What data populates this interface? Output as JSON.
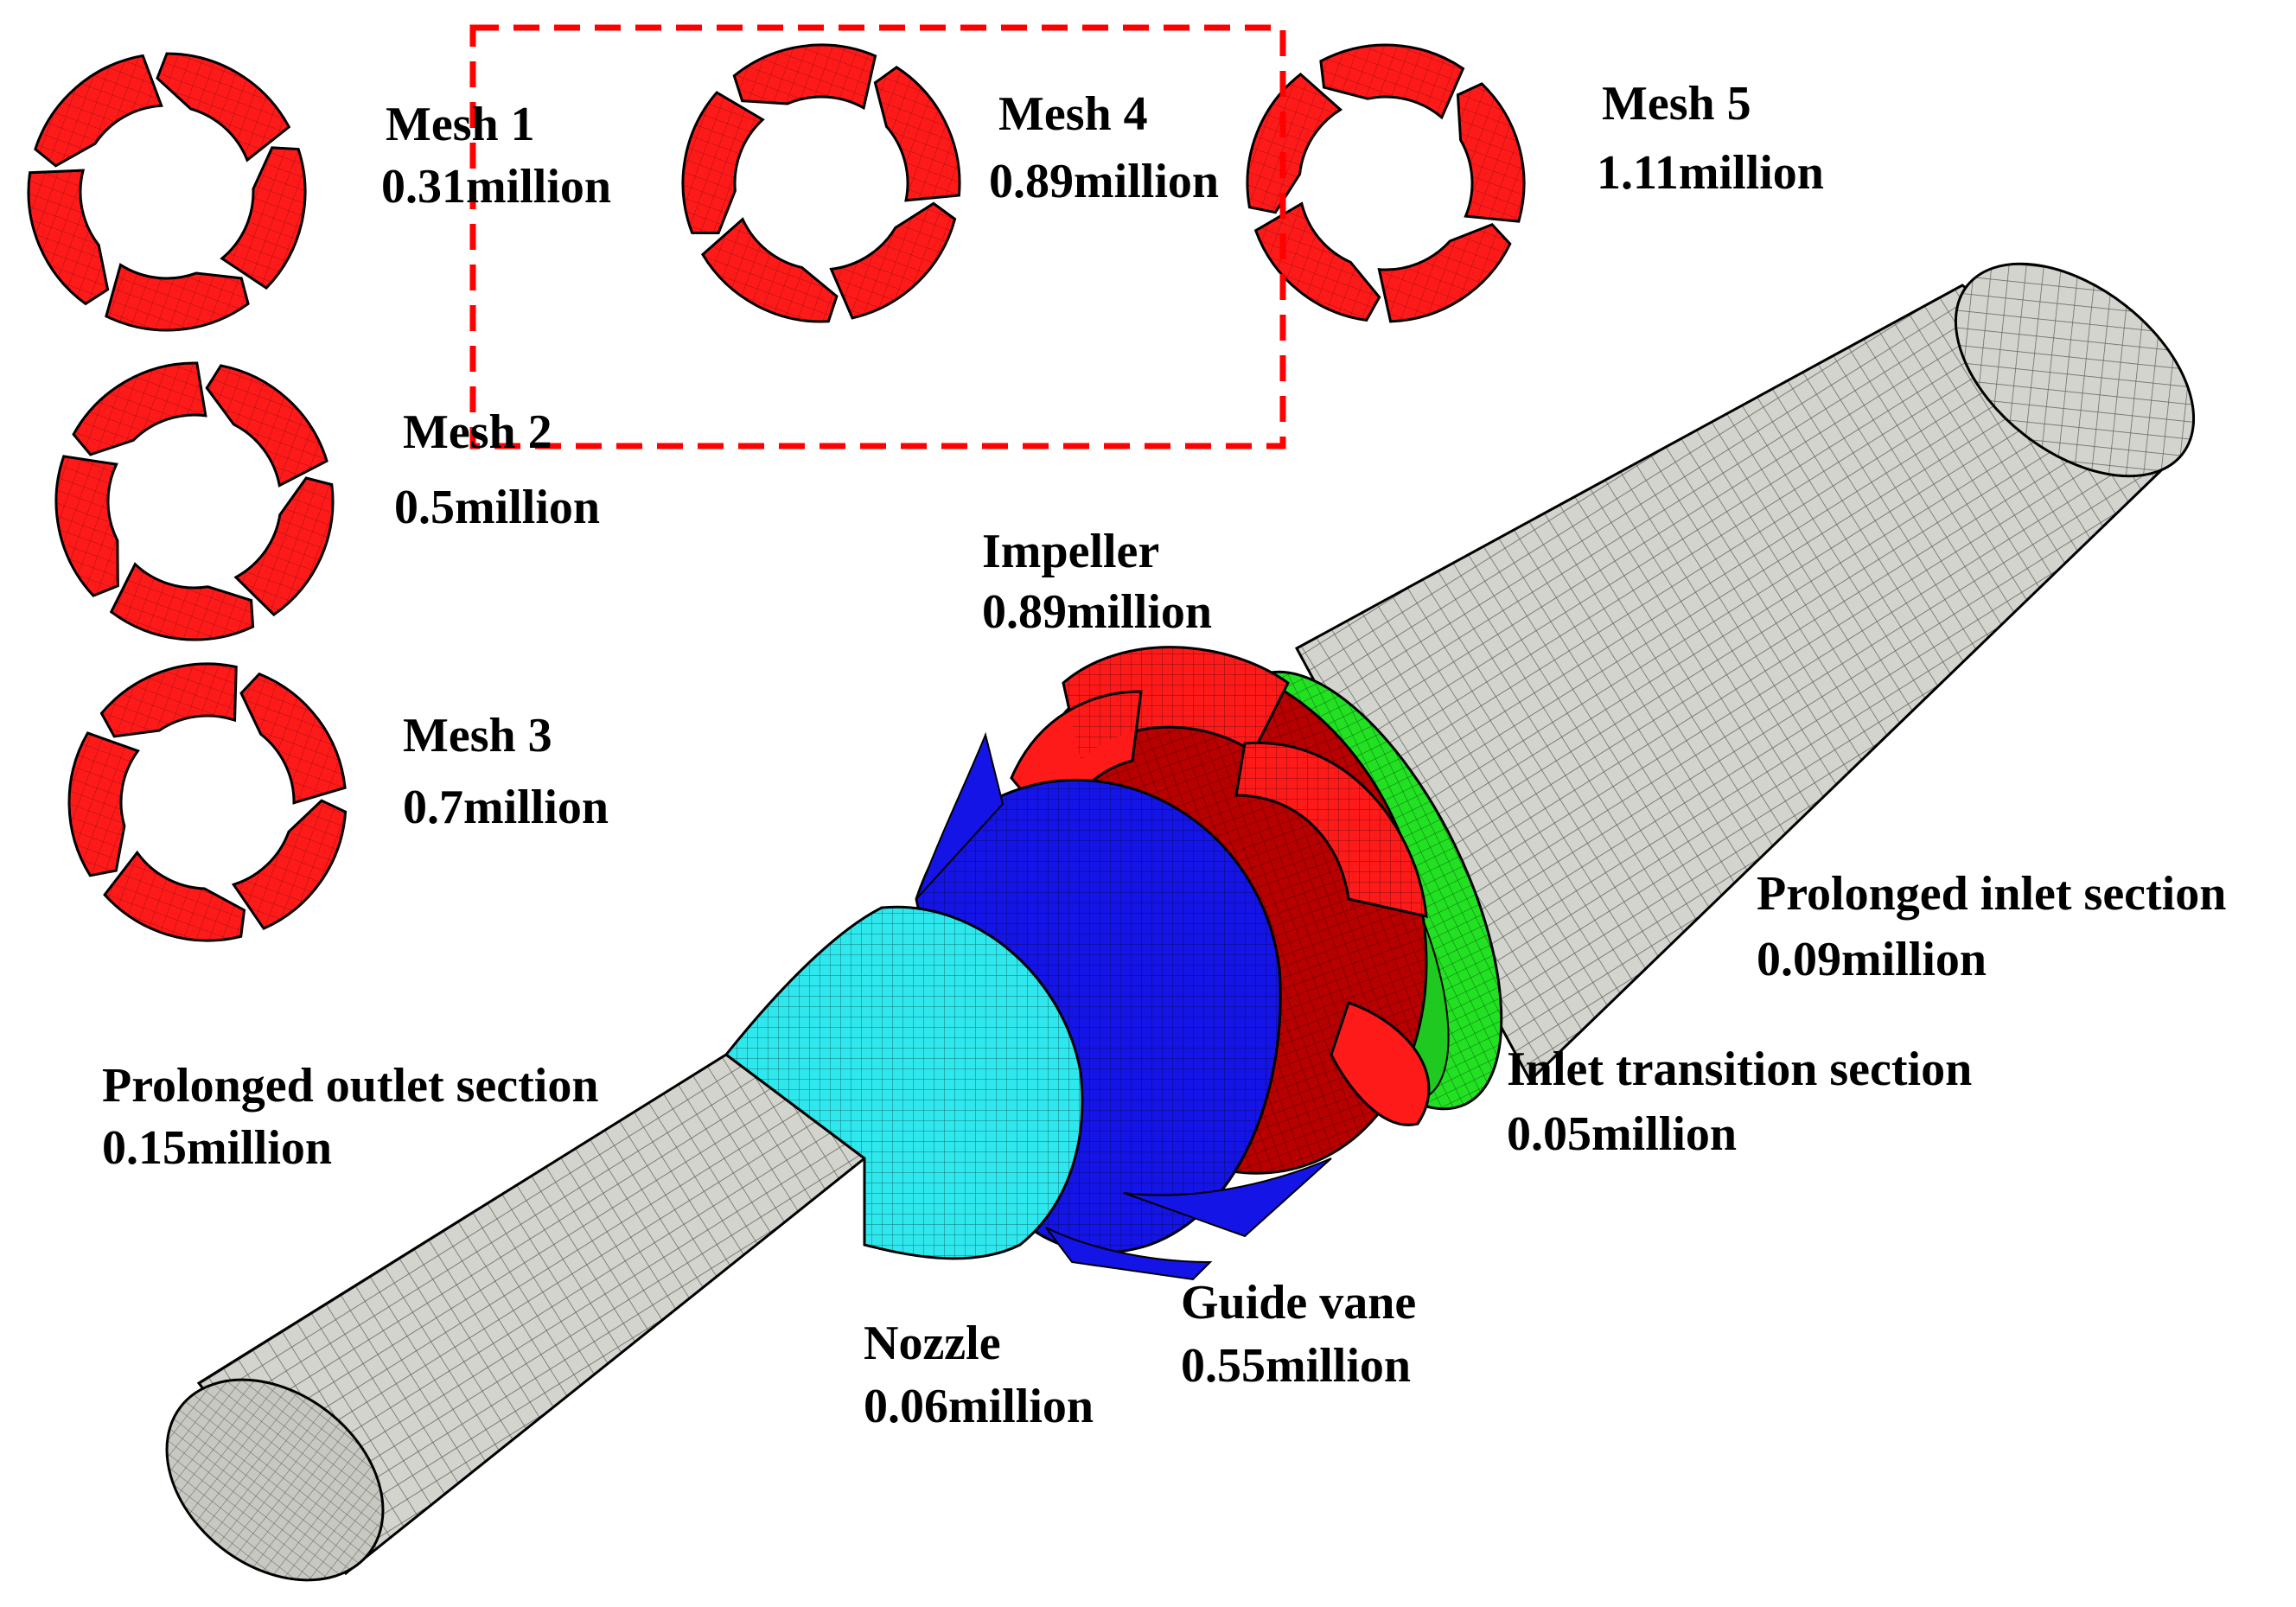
{
  "colors": {
    "impeller": "#ff1a1a",
    "impeller_dark": "#b80000",
    "guide_vane": "#1414e6",
    "nozzle": "#2ee8ee",
    "inlet_transition": "#22e022",
    "pipe": "#d4d4ce",
    "highlight_box": "#ff0000"
  },
  "meshes": [
    {
      "name": "Mesh 1",
      "count": "0.31million"
    },
    {
      "name": "Mesh 2",
      "count": "0.5million"
    },
    {
      "name": "Mesh 3",
      "count": "0.7million"
    },
    {
      "name": "Mesh 4",
      "count": "0.89million"
    },
    {
      "name": "Mesh 5",
      "count": "1.11million"
    }
  ],
  "components": {
    "impeller": {
      "name": "Impeller",
      "count": "0.89million"
    },
    "prolonged_inlet": {
      "name": "Prolonged inlet section",
      "count": "0.09million"
    },
    "inlet_transition": {
      "name": "Inlet transition section",
      "count": "0.05million"
    },
    "prolonged_outlet": {
      "name": "Prolonged outlet section",
      "count": "0.15million"
    },
    "nozzle": {
      "name": "Nozzle",
      "count": "0.06million"
    },
    "guide_vane": {
      "name": "Guide vane",
      "count": "0.55million"
    }
  }
}
